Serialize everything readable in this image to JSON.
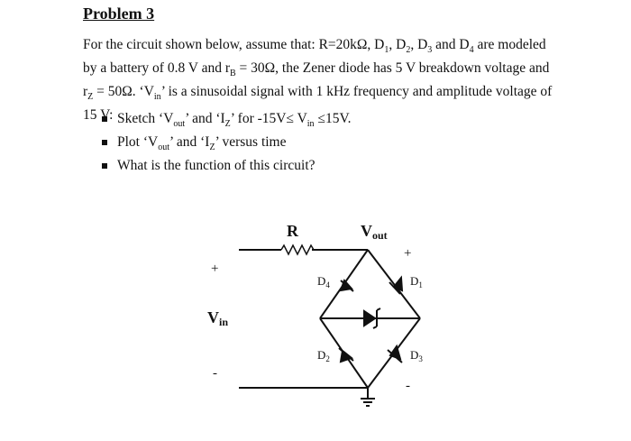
{
  "problem": {
    "title": "Problem 3",
    "intro": [
      {
        "t": "For the circuit shown below, assume that: R=20kΩ, D"
      },
      {
        "sub": "1"
      },
      {
        "t": ", D"
      },
      {
        "sub": "2"
      },
      {
        "t": ", D"
      },
      {
        "sub": "3"
      },
      {
        "t": " and D"
      },
      {
        "sub": "4"
      },
      {
        "t": " are modeled by a battery of 0.8 V and r"
      },
      {
        "sub": "B"
      },
      {
        "t": " = 30Ω, the Zener diode has 5 V breakdown voltage and r"
      },
      {
        "sub": "Z"
      },
      {
        "t": " = 50Ω. ‘V"
      },
      {
        "sub": "in"
      },
      {
        "t": "’ is a sinusoidal signal with 1 kHz frequency and amplitude voltage of 15 V:"
      }
    ],
    "bullets": [
      [
        {
          "t": "Sketch ‘V"
        },
        {
          "sub": "out"
        },
        {
          "t": "’ and ‘I"
        },
        {
          "sub": "Z"
        },
        {
          "t": "’ for -15V≤ V"
        },
        {
          "sub": "in"
        },
        {
          "t": " ≤15V."
        }
      ],
      [
        {
          "t": "Plot ‘V"
        },
        {
          "sub": "out"
        },
        {
          "t": "’ and ‘I"
        },
        {
          "sub": "Z"
        },
        {
          "t": "’ versus time"
        }
      ],
      [
        {
          "t": "What is the function of this circuit?"
        }
      ]
    ]
  },
  "circuit": {
    "resistor_label": "R",
    "vout_label": "V",
    "vout_sub": "out",
    "vin_label": "V",
    "vin_sub": "in",
    "plus_sign": "+",
    "minus_sign": "-",
    "d1": "D",
    "d1_sub": "1",
    "d2": "D",
    "d2_sub": "2",
    "d3": "D",
    "d3_sub": "3",
    "d4": "D",
    "d4_sub": "4"
  }
}
